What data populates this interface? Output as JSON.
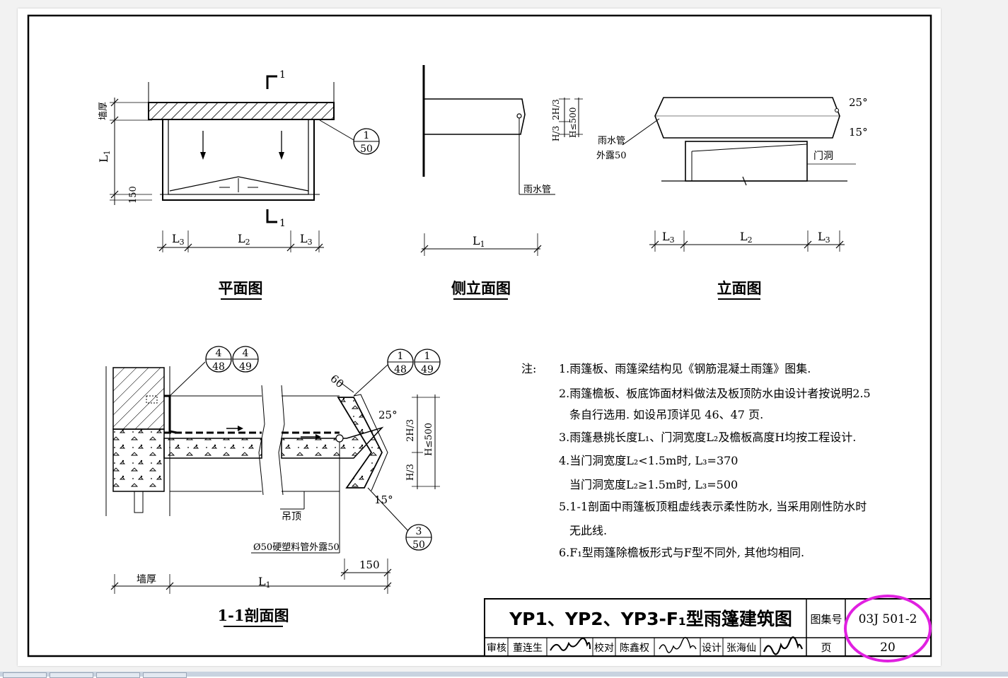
{
  "plan_view": {
    "title": "平面图",
    "wall_thickness_label": "墙厚",
    "l1": "L",
    "l1_sub": "1",
    "dim_150": "150",
    "l2": "L",
    "l2_sub": "2",
    "l3": "L",
    "l3_sub": "3",
    "section_mark": "1",
    "detail_ref": {
      "top": "1",
      "bottom": "50"
    }
  },
  "side_view": {
    "title": "侧立面图",
    "drain_pipe": "雨水管",
    "dim_h3": "H/3",
    "dim_2h3": "2H/3",
    "dim_h": "H≤500",
    "l1": "L",
    "l1_sub": "1"
  },
  "elevation_view": {
    "title": "立面图",
    "drain_pipe_line1": "雨水管",
    "drain_pipe_line2": "外露50",
    "door_opening": "门洞",
    "angle_top": "25°",
    "angle_bottom": "15°",
    "l2": "L",
    "l2_sub": "2",
    "l3": "L",
    "l3_sub": "3"
  },
  "section_view": {
    "title": "1-1剖面图",
    "ref_a": {
      "top": "4",
      "bottom": "48"
    },
    "ref_b": {
      "top": "4",
      "bottom": "49"
    },
    "ref_c": {
      "top": "1",
      "bottom": "48"
    },
    "ref_d": {
      "top": "1",
      "bottom": "49"
    },
    "ref_e": {
      "top": "3",
      "bottom": "50"
    },
    "dim_60": "60",
    "angle_top": "25°",
    "angle_bottom": "15°",
    "dim_2h3": "2H/3",
    "dim_h": "H≤500",
    "dim_h3": "H/3",
    "ceiling": "吊顶",
    "pipe_note": "Ø50硬塑料管外露50",
    "dim_150": "150",
    "wall_thickness": "墙厚",
    "l1": "L",
    "l1_sub": "1"
  },
  "notes": {
    "label": "注:",
    "items": [
      "1.雨篷板、雨篷梁结构见《钢筋混凝土雨篷》图集.",
      "2.雨篷檐板、板底饰面材料做法及板顶防水由设计者按说明2.5",
      "条自行选用. 如设吊顶详见 46、47 页.",
      "3.雨篷悬挑长度L₁、门洞宽度L₂及檐板高度H均按工程设计.",
      "4.当门洞宽度L₂<1.5m时, L₃=370",
      "当门洞宽度L₂≥1.5m时, L₃=500",
      "5.1-1剖面中雨篷板顶粗虚线表示柔性防水, 当采用刚性防水时",
      "无此线.",
      "6.F₁型雨篷除檐板形式与F型不同外, 其他均相同."
    ]
  },
  "title_block": {
    "title": "YP1、YP2、YP3-F₁型雨篷建筑图",
    "atlas_label": "图集号",
    "atlas_number": "03J 501-2",
    "page_label": "页",
    "page_number": "20",
    "review_label": "审核",
    "reviewer": "董连生",
    "check_label": "校对",
    "checker": "陈鑫权",
    "design_label": "设计",
    "designer": "张海仙",
    "highlight_color": "#e020e0"
  }
}
